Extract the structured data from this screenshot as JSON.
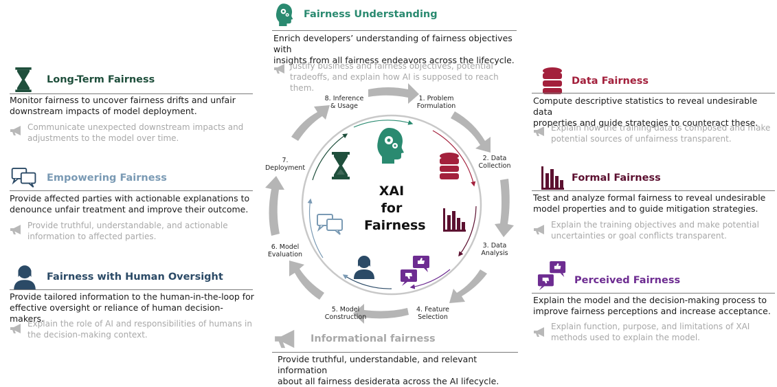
{
  "center": {
    "line1": "XAI",
    "line2": "for",
    "line3": "Fairness"
  },
  "stages": {
    "s1": {
      "a": "1. Problem",
      "b": "Formulation"
    },
    "s2": {
      "a": "2. Data",
      "b": "Collection"
    },
    "s3": {
      "a": "3. Data",
      "b": "Analysis"
    },
    "s4": {
      "a": "4. Feature",
      "b": "Selection"
    },
    "s5": {
      "a": "5. Model",
      "b": "Construction"
    },
    "s6": {
      "a": "6. Model",
      "b": "Evaluation"
    },
    "s7": {
      "a": "7.",
      "b": "Deployment"
    },
    "s8": {
      "a": "8. Inference",
      "b": "& Usage"
    }
  },
  "understanding": {
    "title": "Fairness Understanding",
    "body": [
      "Enrich developers’ understanding of fairness objectives with",
      "insights from all fairness endeavors across the lifecycle."
    ],
    "note": [
      "Justify business and fairness objectives, potential",
      "tradeoffs, and explain how AI is supposed to reach them."
    ]
  },
  "longterm": {
    "title": "Long-Term Fairness",
    "body": [
      "Monitor fairness to uncover fairness drifts and unfair",
      "downstream impacts of model deployment."
    ],
    "note": [
      "Communicate unexpected downstream impacts and",
      "adjustments to the model over time."
    ]
  },
  "empowering": {
    "title": "Empowering Fairness",
    "body": [
      "Provide affected parties with actionable explanations to",
      "denounce unfair treatment and improve their outcome."
    ],
    "note": [
      "Provide truthful, understandable, and actionable",
      "information to affected parties."
    ]
  },
  "oversight": {
    "title": "Fairness with Human Oversight",
    "body": [
      "Provide tailored information to the human-in-the-loop for",
      "effective oversight or reliance of human decision-makers."
    ],
    "note": [
      "Explain the role of AI and responsibilities of humans in",
      "the decision-making context."
    ]
  },
  "data": {
    "title": "Data Fairness",
    "body": [
      "Compute descriptive statistics to reveal undesirable data",
      "properties and guide strategies to counteract these."
    ],
    "note": [
      "Explain how the training data is composed and make",
      "potential sources of unfairness transparent."
    ]
  },
  "formal": {
    "title": "Formal Fairness",
    "body": [
      "Test and analyze formal fairness to reveal undesirable",
      "model properties and to guide mitigation strategies."
    ],
    "note": [
      "Explain the training objectives and make potential",
      "uncertainties or goal conflicts transparent."
    ]
  },
  "perceived": {
    "title": "Perceived Fairness",
    "body": [
      "Explain the model and the decision-making process to",
      "improve fairness perceptions and increase acceptance."
    ],
    "note": [
      "Explain function, purpose, and limitations of XAI",
      "methods used to explain the model."
    ]
  },
  "informational": {
    "title": "Informational fairness",
    "body": [
      "Provide truthful, understandable, and relevant information",
      "about all fairness desiderata across the AI lifecycle."
    ]
  },
  "colors": {
    "teal": "#2a8a70",
    "darkgreen": "#1f4f3c",
    "crimson": "#a3203c",
    "maroon": "#5c1030",
    "purple": "#6d2c91",
    "slate": "#7a9ab4",
    "navy": "#2b4a66",
    "gray": "#a8a8a8"
  }
}
